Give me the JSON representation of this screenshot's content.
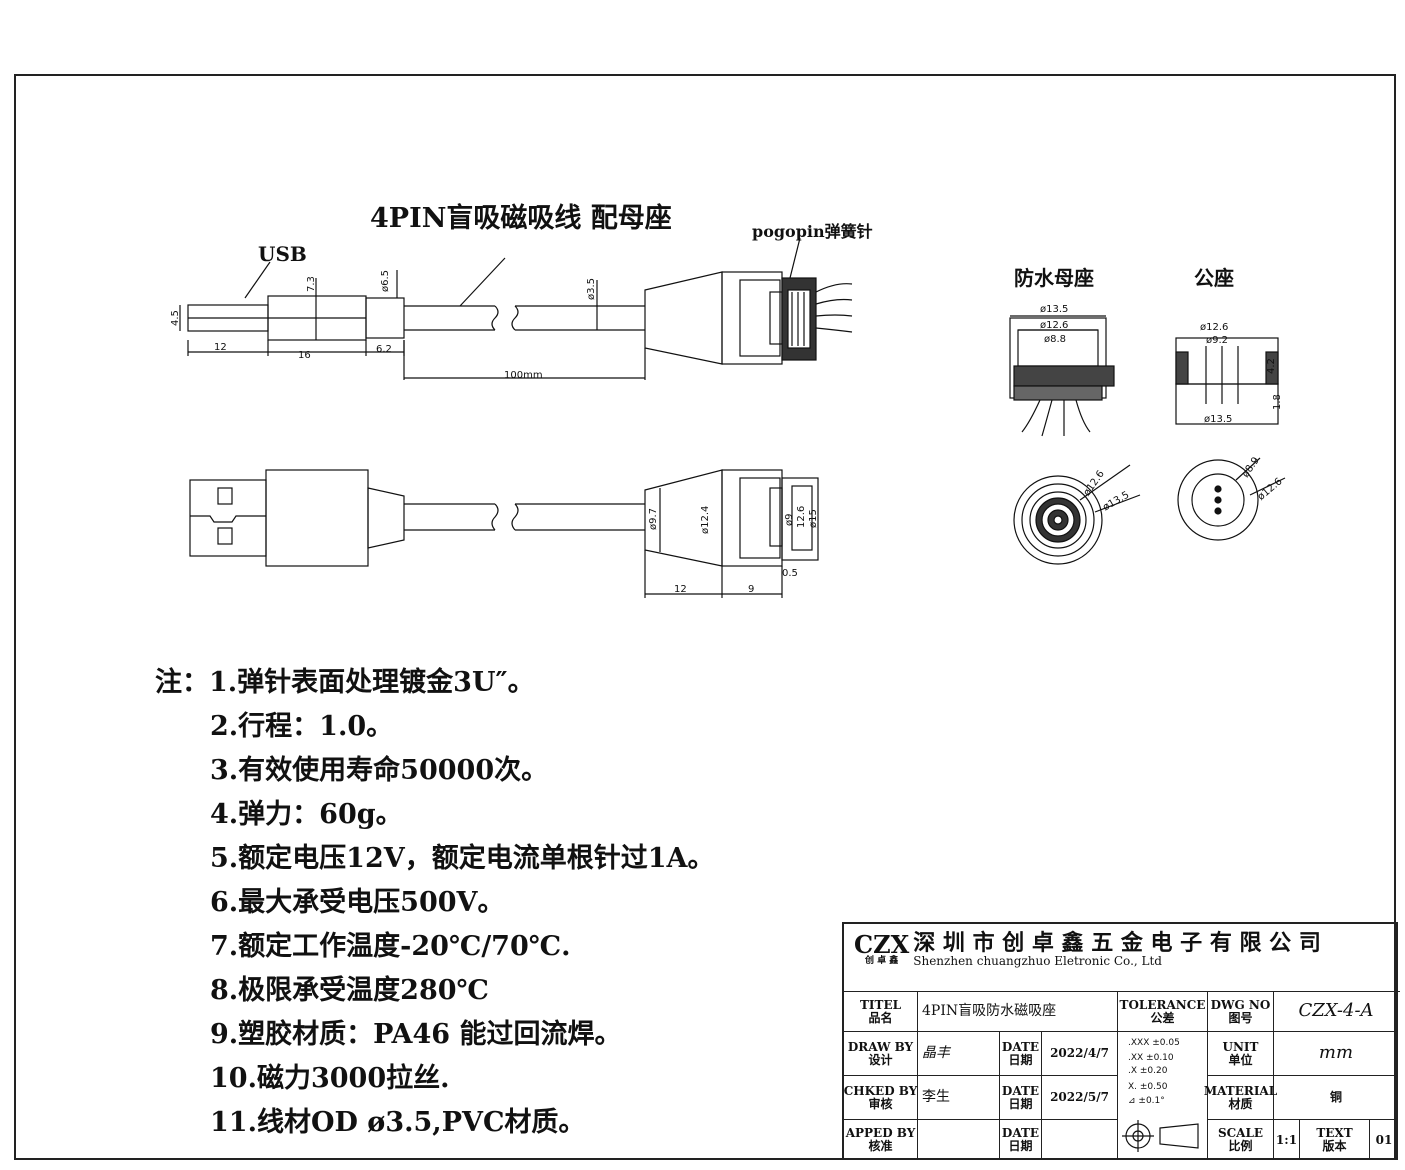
{
  "drawing": {
    "title": "4PIN盲吸磁吸线  配母座",
    "labels": {
      "usb": "USB",
      "pogopin": "pogopin弹簧针",
      "waterproof_female": "防水母座",
      "male": "公座"
    },
    "dims_top": [
      "4.5",
      "7.3",
      "ø6.5",
      "12",
      "16",
      "6.2",
      "ø3.5",
      "100mm"
    ],
    "dims_bottom": [
      "ø9.7",
      "ø12.4",
      "ø9",
      "12.6",
      "ø15",
      "12",
      "9",
      "0.5"
    ],
    "dims_female": [
      "ø13.5",
      "ø12.6",
      "ø8.8",
      "ø12.6",
      "ø13.5"
    ],
    "dims_male": [
      "ø12.6",
      "ø9.2",
      "4.2",
      "1.8",
      "ø13.5",
      "ø8.9",
      "ø12.6"
    ]
  },
  "notes": {
    "prefix": "注：",
    "items": [
      "1.弹针表面处理镀金3U″。",
      "2.行程：1.0。",
      "3.有效使用寿命50000次。",
      "4.弹力：60g。",
      "5.额定电压12V，额定电流单根针过1A。",
      "6.最大承受电压500V。",
      "7.额定工作温度-20℃/70℃.",
      "8.极限承受温度280℃",
      "9.塑胶材质：PA46 能过回流焊。",
      "10.磁力3000拉丝.",
      "11.线材OD ø3.5,PVC材质。"
    ]
  },
  "title_block": {
    "logo": "CZX",
    "logo_sub": "创 卓 鑫",
    "company_cn": "深 圳 市 创 卓 鑫 五 金 电 子 有 限 公 司",
    "company_en": "Shenzhen  chuangzhuo  Eletronic  Co.,  Ltd",
    "titel_label": "TITEL\n品名",
    "titel_value": "4PIN盲吸防水磁吸座",
    "tolerance_label": "TOLERANCE\n公差",
    "dwg_label": "DWG NO\n图号",
    "dwg_value": "CZX-4-A",
    "draw_label": "DRAW BY\n设计",
    "draw_value": "晶丰",
    "date_label": "DATE\n日期",
    "date1": "2022/4/7",
    "unit_label": "UNIT\n单位",
    "unit_value": "mm",
    "chkd_label": "CHKED BY\n审核",
    "chkd_value": "李生",
    "date2": "2022/5/7",
    "material_label": "MATERIAL\n材质",
    "material_value": "铜",
    "apped_label": "APPED BY\n核准",
    "scale_label": "SCALE\n比例",
    "scale_value": "1:1",
    "text_label": "TEXT\n版本",
    "text_value": "01",
    "tolerances": [
      ".XXX  ±0.05",
      ".XX  ±0.10",
      ".X  ±0.20",
      "X.  ±0.50",
      "⊿  ±0.1°"
    ]
  }
}
